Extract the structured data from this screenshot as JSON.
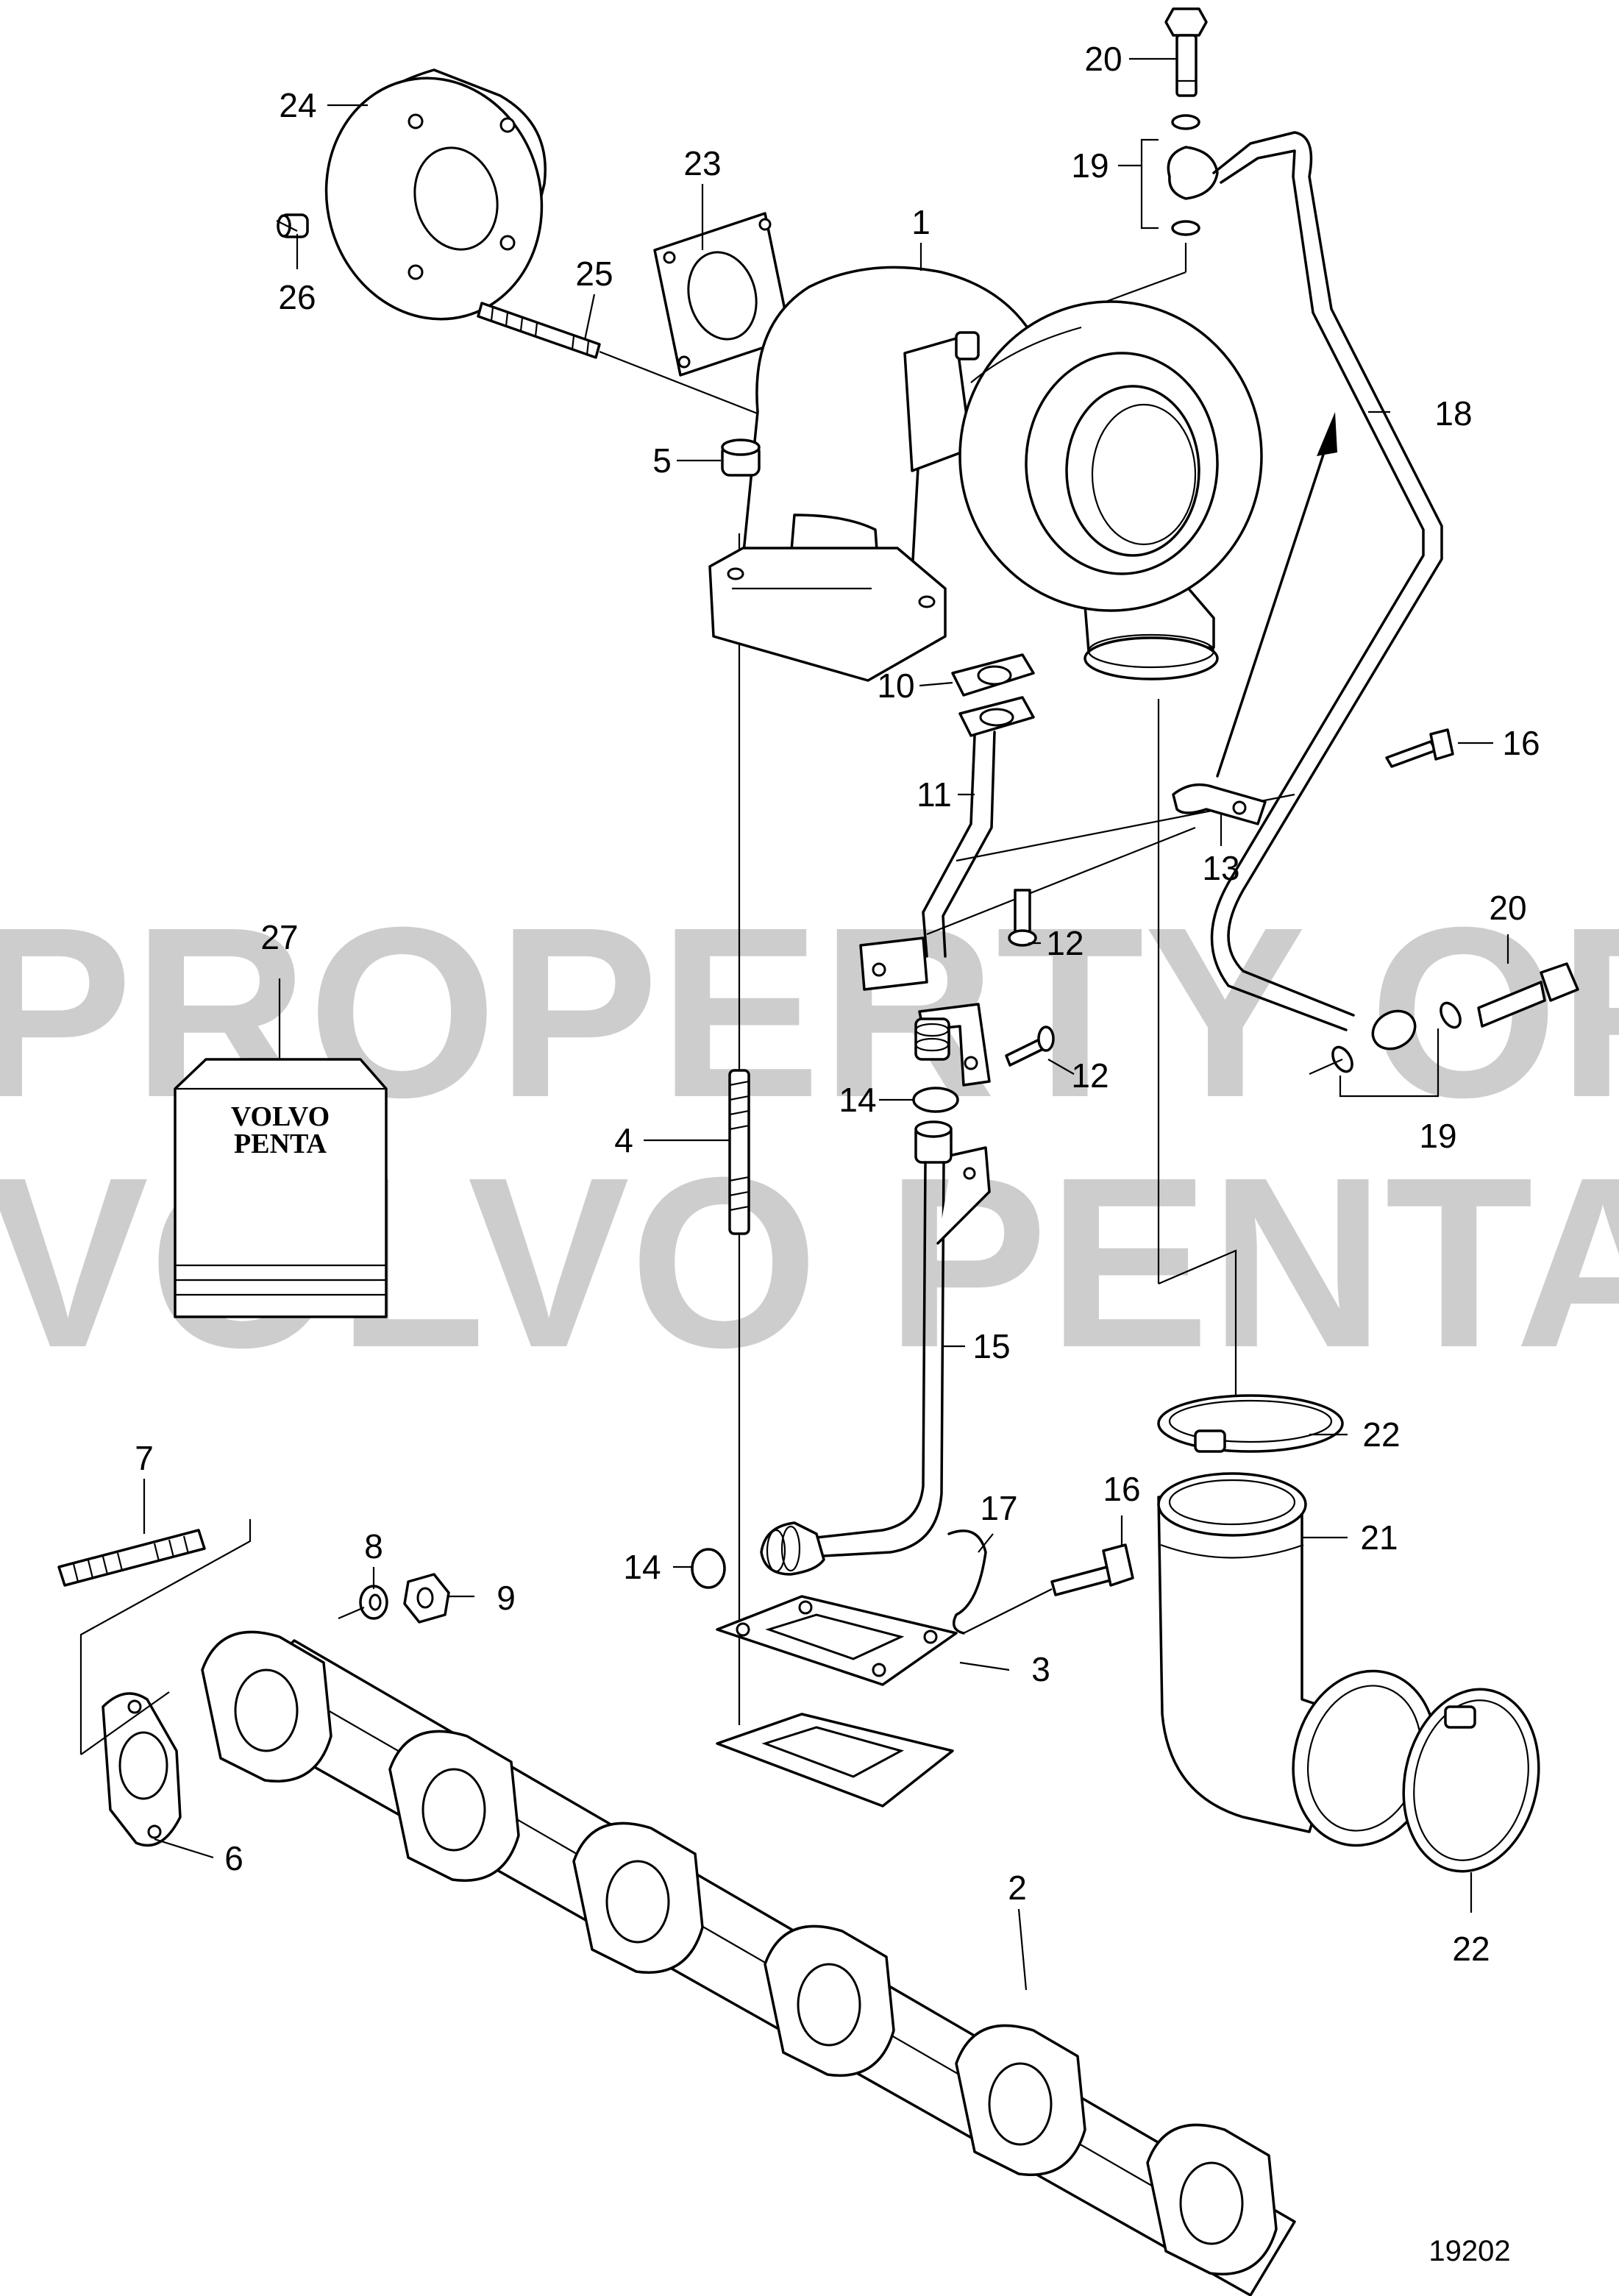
{
  "watermark": {
    "line1": "PROPERTY OF",
    "line2": "VOLVO PENTA"
  },
  "kit_logo": {
    "line1": "VOLVO",
    "line2": "PENTA"
  },
  "drawing_number": "19202",
  "callouts": [
    {
      "id": "c1",
      "text": "1"
    },
    {
      "id": "c2",
      "text": "2"
    },
    {
      "id": "c3",
      "text": "3"
    },
    {
      "id": "c4",
      "text": "4"
    },
    {
      "id": "c5",
      "text": "5"
    },
    {
      "id": "c6",
      "text": "6"
    },
    {
      "id": "c7",
      "text": "7"
    },
    {
      "id": "c8",
      "text": "8"
    },
    {
      "id": "c9",
      "text": "9"
    },
    {
      "id": "c10",
      "text": "10"
    },
    {
      "id": "c11",
      "text": "11"
    },
    {
      "id": "c12a",
      "text": "12"
    },
    {
      "id": "c12b",
      "text": "12"
    },
    {
      "id": "c13",
      "text": "13"
    },
    {
      "id": "c14a",
      "text": "14"
    },
    {
      "id": "c14b",
      "text": "14"
    },
    {
      "id": "c15",
      "text": "15"
    },
    {
      "id": "c16a",
      "text": "16"
    },
    {
      "id": "c16b",
      "text": "16"
    },
    {
      "id": "c17",
      "text": "17"
    },
    {
      "id": "c18",
      "text": "18"
    },
    {
      "id": "c19a",
      "text": "19"
    },
    {
      "id": "c19b",
      "text": "19"
    },
    {
      "id": "c20a",
      "text": "20"
    },
    {
      "id": "c20b",
      "text": "20"
    },
    {
      "id": "c21",
      "text": "21"
    },
    {
      "id": "c22a",
      "text": "22"
    },
    {
      "id": "c22b",
      "text": "22"
    },
    {
      "id": "c23",
      "text": "23"
    },
    {
      "id": "c24",
      "text": "24"
    },
    {
      "id": "c25",
      "text": "25"
    },
    {
      "id": "c26",
      "text": "26"
    },
    {
      "id": "c27",
      "text": "27"
    }
  ]
}
